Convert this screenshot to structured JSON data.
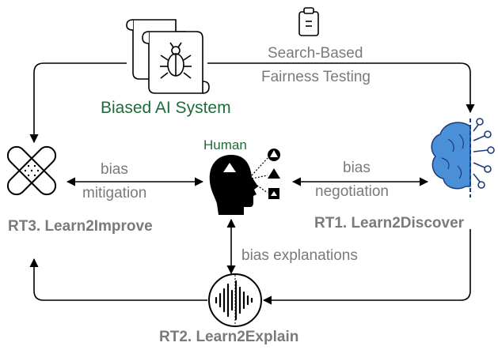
{
  "system": {
    "label": "Biased AI System",
    "icon": "bug-document-icon"
  },
  "search": {
    "line1": "Search-Based",
    "line2": "Fairness Testing",
    "icon": "clipboard-icon"
  },
  "human": {
    "label": "Human",
    "icon": "human-head-icon"
  },
  "rt1": {
    "label": "RT1. Learn2Discover",
    "icon": "brain-circuit-icon"
  },
  "rt2": {
    "label": "RT2. Learn2Explain",
    "icon": "waveform-icon"
  },
  "rt3": {
    "label": "RT3. Learn2Improve",
    "icon": "bandage-icon"
  },
  "edges": {
    "mitigation_line1": "bias",
    "mitigation_line2": "mitigation",
    "negotiation_line1": "bias",
    "negotiation_line2": "negotiation",
    "explanations": "bias explanations"
  },
  "colors": {
    "green": "#1f6b3a",
    "grey": "#7a7a7a",
    "brain": "#4a90d9",
    "dash": "#1e3a78"
  }
}
